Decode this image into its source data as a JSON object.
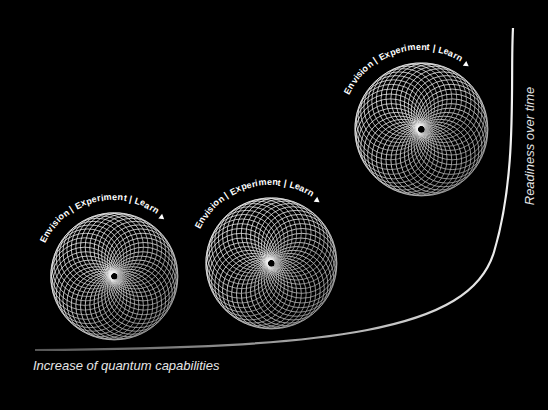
{
  "diagram": {
    "nodes": [
      {
        "text": [
          "Envision | Experiment | Learn"
        ]
      },
      {
        "text": [
          "Envision | Experiment | Learn"
        ]
      },
      {
        "text": [
          "Envision | Experiment | Learn"
        ]
      }
    ],
    "labels": [
      "Increase of quantum capabilities",
      "Readiness over time"
    ]
  }
}
